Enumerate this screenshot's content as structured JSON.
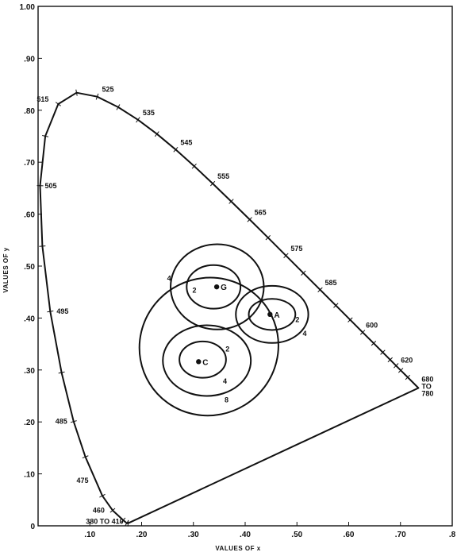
{
  "chart_data": {
    "type": "scatter",
    "title": "",
    "xlabel": "VALUES OF x",
    "ylabel": "VALUES OF y",
    "xlim": [
      0,
      0.8
    ],
    "ylim": [
      0,
      1.0
    ],
    "grid": false,
    "x_tick_labels": [
      ".10",
      ".20",
      ".30",
      ".40",
      ".50",
      ".60",
      ".70",
      ".8"
    ],
    "x_tick_values": [
      0.1,
      0.2,
      0.3,
      0.4,
      0.5,
      0.6,
      0.7,
      0.8
    ],
    "y_tick_labels": [
      ".10",
      ".20",
      ".30",
      ".40",
      ".50",
      ".60",
      ".70",
      ".80",
      ".90",
      "1.00"
    ],
    "y_tick_values": [
      0.1,
      0.2,
      0.3,
      0.4,
      0.5,
      0.6,
      0.7,
      0.8,
      0.9,
      1.0
    ],
    "origin_label": "0",
    "spectrum_locus": {
      "x": [
        0.1741,
        0.1738,
        0.1714,
        0.1644,
        0.144,
        0.1241,
        0.0913,
        0.0687,
        0.0454,
        0.0235,
        0.0082,
        0.0039,
        0.0139,
        0.0389,
        0.0743,
        0.1142,
        0.1547,
        0.1929,
        0.2296,
        0.2658,
        0.3016,
        0.3373,
        0.3731,
        0.4087,
        0.4441,
        0.4788,
        0.5125,
        0.5448,
        0.5752,
        0.6029,
        0.627,
        0.6482,
        0.6658,
        0.6801,
        0.6915,
        0.7006,
        0.714,
        0.7347
      ],
      "y": [
        0.005,
        0.0049,
        0.0051,
        0.0109,
        0.0297,
        0.0578,
        0.1327,
        0.2007,
        0.295,
        0.4127,
        0.5384,
        0.6548,
        0.7502,
        0.812,
        0.8338,
        0.8262,
        0.8059,
        0.7816,
        0.7543,
        0.7243,
        0.6923,
        0.6589,
        0.6245,
        0.5896,
        0.5547,
        0.5202,
        0.4866,
        0.4544,
        0.4242,
        0.3965,
        0.3725,
        0.3514,
        0.334,
        0.3197,
        0.3083,
        0.2993,
        0.2859,
        0.2653
      ]
    },
    "wavelength_labels": [
      {
        "text": "380 TO 410",
        "x": 0.1741,
        "y": 0.005
      },
      {
        "text": "460",
        "x": 0.144,
        "y": 0.0297
      },
      {
        "text": "475",
        "x": 0.1096,
        "y": 0.0868
      },
      {
        "text": "485",
        "x": 0.0687,
        "y": 0.2007
      },
      {
        "text": "495",
        "x": 0.0235,
        "y": 0.4127
      },
      {
        "text": "505",
        "x": 0.0039,
        "y": 0.6548
      },
      {
        "text": "515",
        "x": 0.0389,
        "y": 0.812
      },
      {
        "text": "525",
        "x": 0.1142,
        "y": 0.8262
      },
      {
        "text": "535",
        "x": 0.1929,
        "y": 0.7816
      },
      {
        "text": "545",
        "x": 0.2658,
        "y": 0.7243
      },
      {
        "text": "555",
        "x": 0.3373,
        "y": 0.6589
      },
      {
        "text": "565",
        "x": 0.4087,
        "y": 0.5896
      },
      {
        "text": "575",
        "x": 0.4788,
        "y": 0.5202
      },
      {
        "text": "585",
        "x": 0.5448,
        "y": 0.4544
      },
      {
        "text": "600",
        "x": 0.627,
        "y": 0.3725
      },
      {
        "text": "620",
        "x": 0.6915,
        "y": 0.3083
      },
      {
        "text": "680 TO 780",
        "x": 0.7347,
        "y": 0.2653
      }
    ],
    "points": [
      {
        "label": "G",
        "x": 0.345,
        "y": 0.46
      },
      {
        "label": "A",
        "x": 0.448,
        "y": 0.407
      },
      {
        "label": "C",
        "x": 0.31,
        "y": 0.316
      }
    ],
    "ellipses": [
      {
        "label": "2",
        "cx": 0.339,
        "cy": 0.46,
        "rx": 0.052,
        "ry": 0.042,
        "rot": 0,
        "lx": 0.302,
        "ly": 0.453
      },
      {
        "label": "4",
        "cx": 0.346,
        "cy": 0.46,
        "rx": 0.09,
        "ry": 0.082,
        "rot": 0,
        "lx": 0.253,
        "ly": 0.476
      },
      {
        "label": "2",
        "cx": 0.452,
        "cy": 0.407,
        "rx": 0.045,
        "ry": 0.03,
        "rot": 0,
        "lx": 0.501,
        "ly": 0.397
      },
      {
        "label": "4",
        "cx": 0.452,
        "cy": 0.407,
        "rx": 0.07,
        "ry": 0.055,
        "rot": 0,
        "lx": 0.515,
        "ly": 0.37
      },
      {
        "label": "2",
        "cx": 0.318,
        "cy": 0.32,
        "rx": 0.045,
        "ry": 0.035,
        "rot": 0,
        "lx": 0.366,
        "ly": 0.34
      },
      {
        "label": "4",
        "cx": 0.326,
        "cy": 0.318,
        "rx": 0.085,
        "ry": 0.068,
        "rot": 0,
        "lx": 0.361,
        "ly": 0.278
      },
      {
        "label": "8",
        "cx": 0.33,
        "cy": 0.345,
        "rx": 0.135,
        "ry": 0.132,
        "rot": -32,
        "lx": 0.364,
        "ly": 0.242
      }
    ]
  }
}
